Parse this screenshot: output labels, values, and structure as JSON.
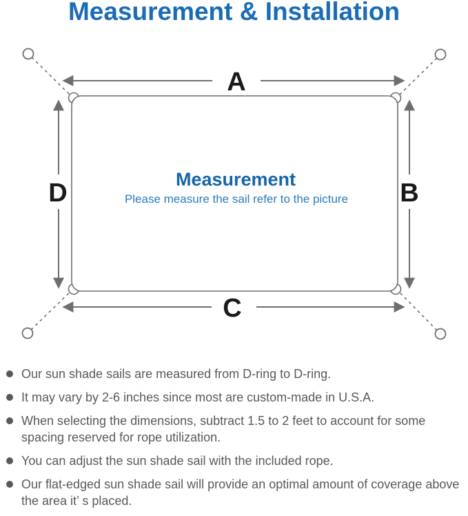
{
  "title": "Measurement & Installation",
  "diagram": {
    "center_title": "Measurement",
    "center_subtitle": "Please measure the sail refer to the picture",
    "labels": {
      "top": "A",
      "right": "B",
      "bottom": "C",
      "left": "D"
    },
    "colors": {
      "accent_blue": "#1a6cb5",
      "center_blue": "#1565ab",
      "subtitle_blue": "#2b7bbf",
      "line_gray": "#6e6e6e",
      "label_black": "#1a1a1a",
      "note_gray": "#595959"
    }
  },
  "notes": [
    "Our sun shade sails are measured from D-ring to D-ring.",
    "It may vary by 2-6 inches since most are custom-made in U.S.A.",
    "When selecting the dimensions, subtract 1.5 to 2 feet to account for some spacing reserved for rope utilization.",
    "You can adjust the sun shade sail with the included rope.",
    "Our flat-edged sun shade sail will provide an optimal amount of coverage above the area it’ s placed."
  ]
}
